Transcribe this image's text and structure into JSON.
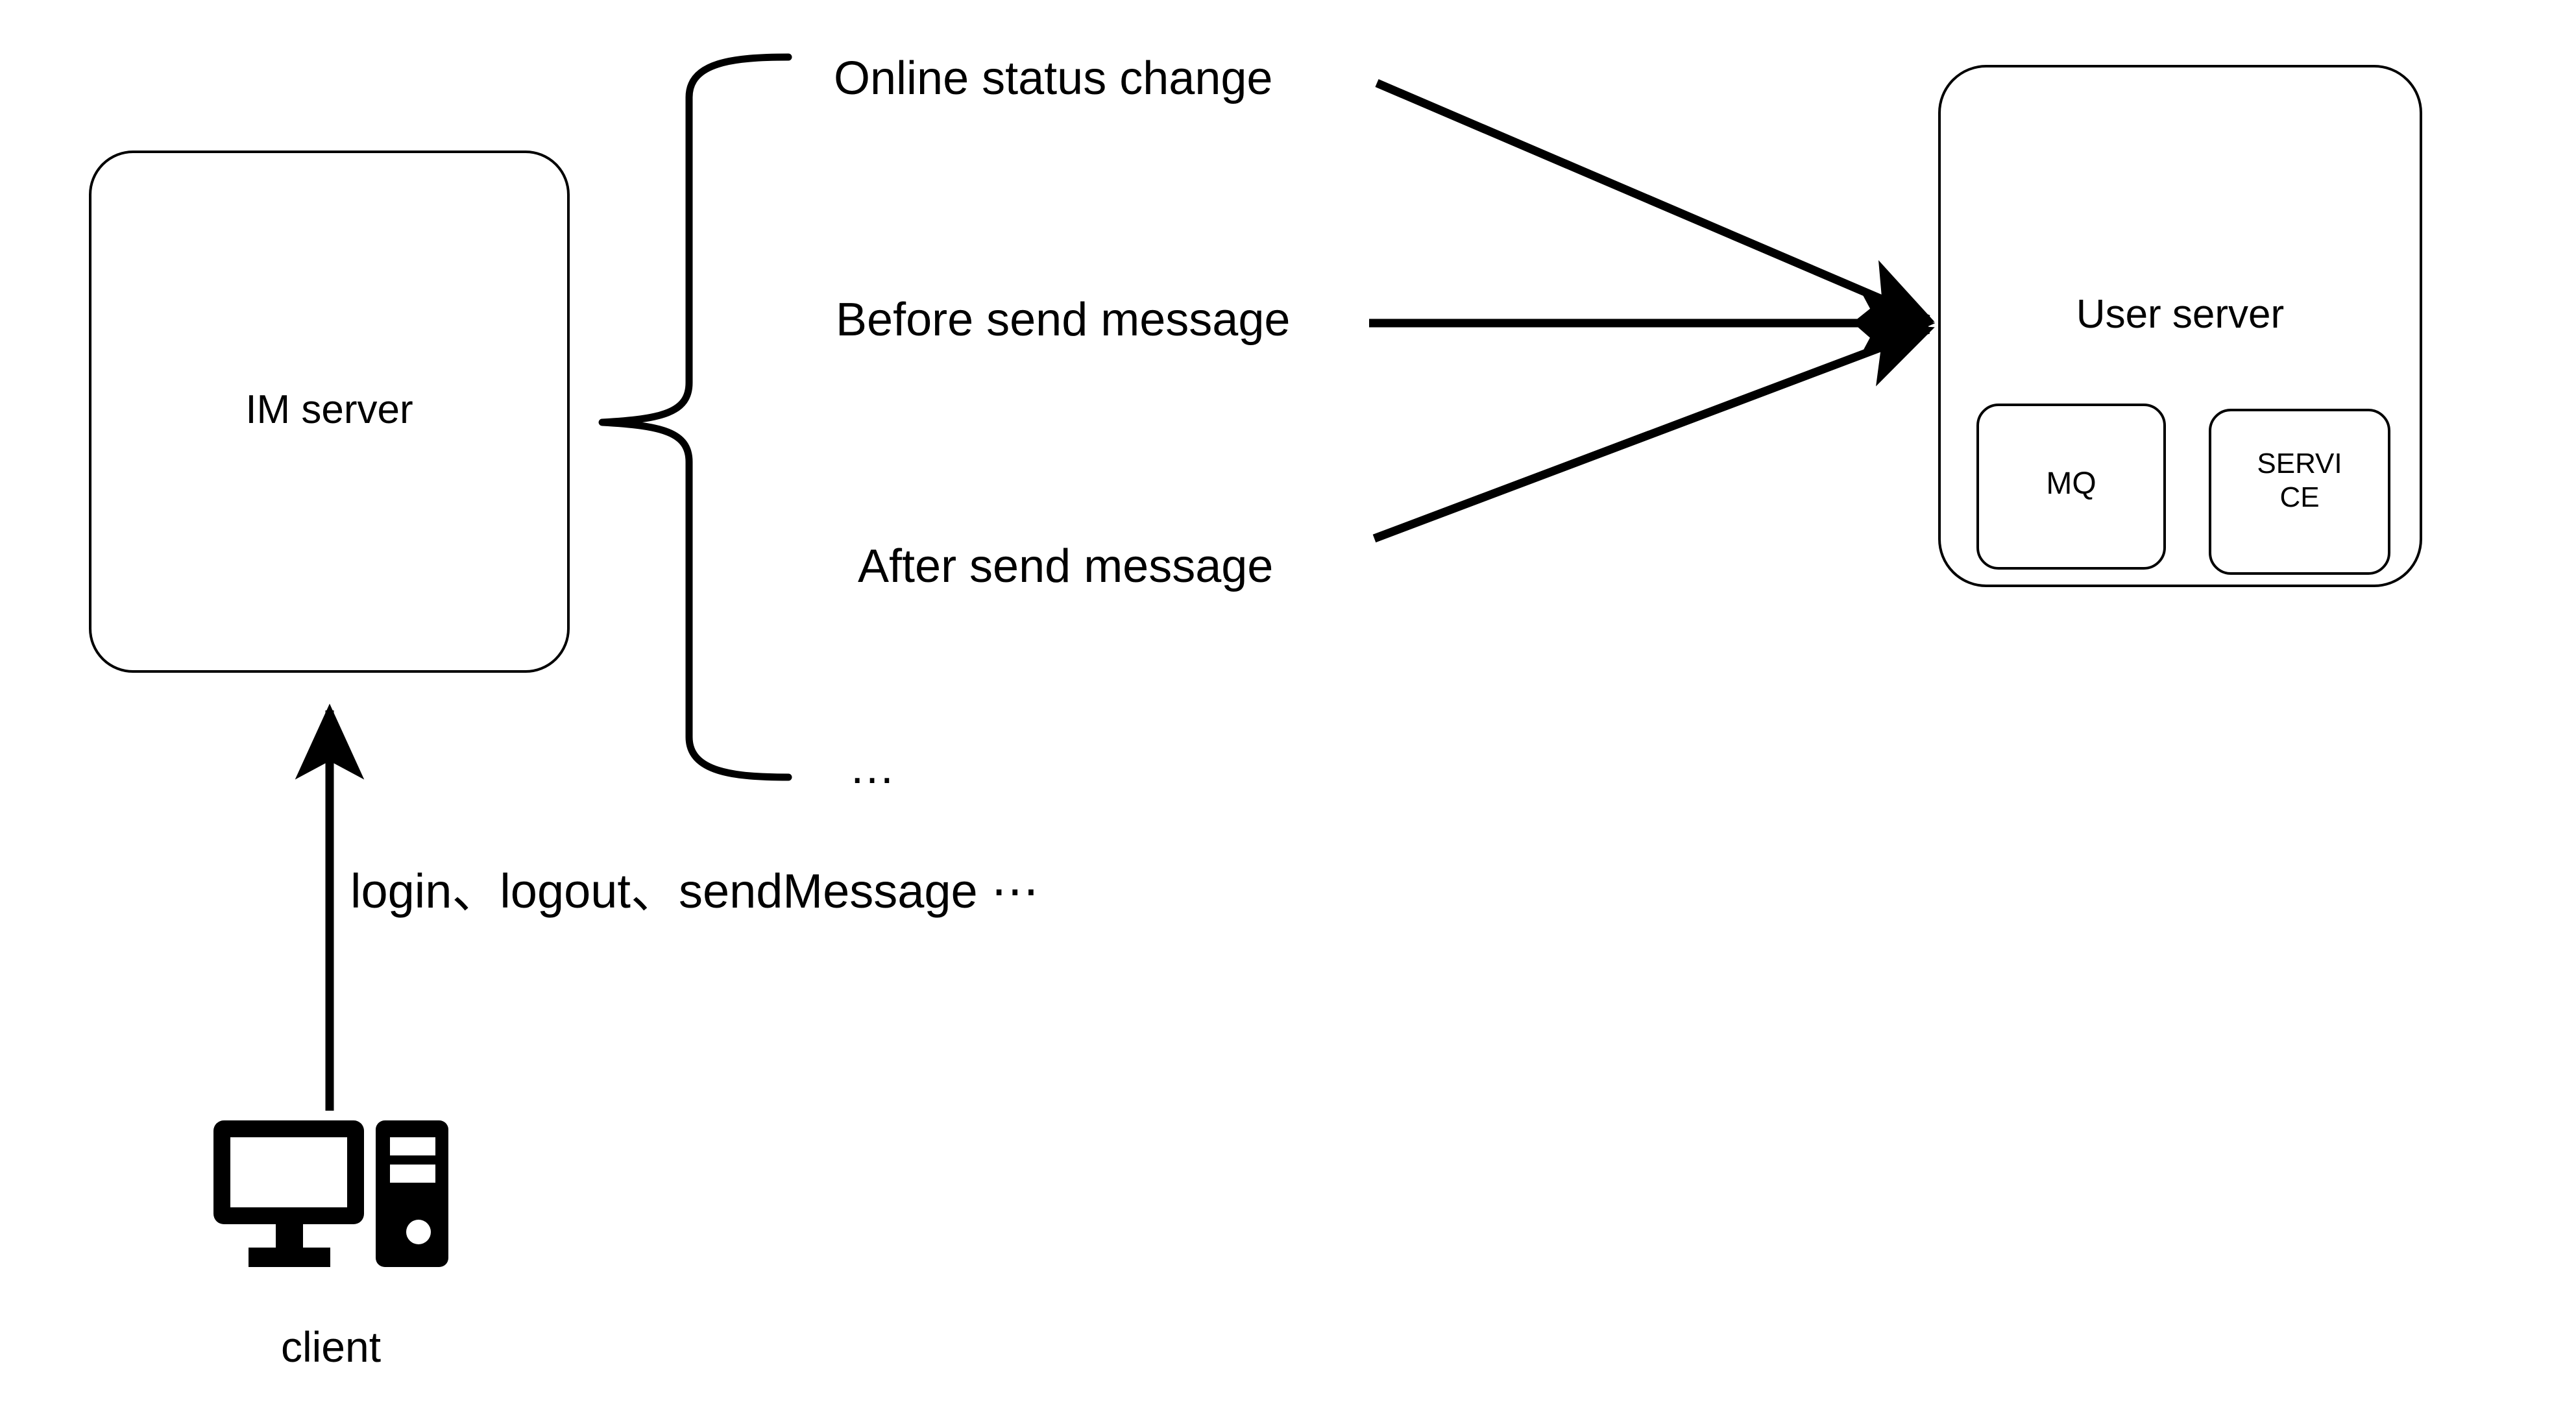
{
  "diagram": {
    "title_present": false,
    "background_color": "#ffffff",
    "stroke_color": "#000000",
    "text_color": "#000000"
  },
  "nodes": {
    "im_server": {
      "label": "IM server"
    },
    "user_server": {
      "label": "User server",
      "children": [
        {
          "label": "MQ"
        },
        {
          "label": "SERVI\nCE"
        }
      ]
    },
    "client": {
      "label": "client",
      "icon": "desktop-computer-icon"
    }
  },
  "brace": {
    "name": "curly-brace-grouping",
    "orientation": "left-pointing"
  },
  "flows": [
    {
      "label": "Online status change",
      "has_arrow": true
    },
    {
      "label": "Before send message",
      "has_arrow": true
    },
    {
      "label": "After send message",
      "has_arrow": true
    },
    {
      "label": "…",
      "has_arrow": false
    }
  ],
  "client_flow": {
    "label": "login、logout、sendMessage ⋯",
    "direction": "client-to-im-server"
  }
}
